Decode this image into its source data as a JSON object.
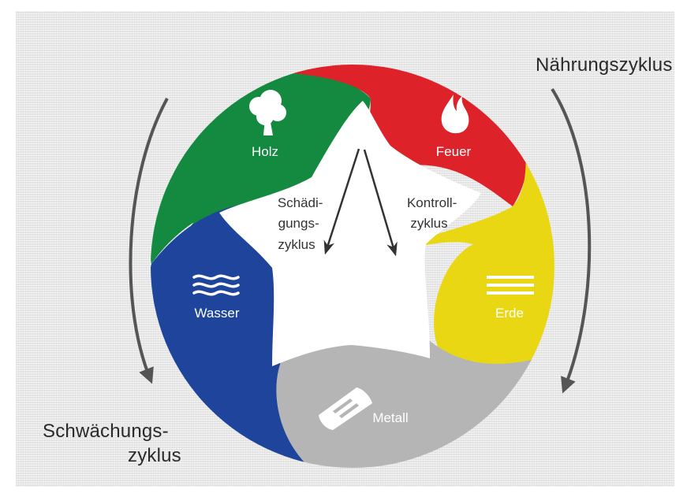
{
  "colors": {
    "holz": "#138a3f",
    "feuer": "#dd2329",
    "erde": "#ead713",
    "metall": "#b5b5b5",
    "wasser": "#1e449b",
    "arrow": "#555555",
    "background": "#e7e7e7"
  },
  "cycles": {
    "naehrung": "Nährungszyklus",
    "schwaechung_line1": "Schwächungs-",
    "schwaechung_line2": "zyklus"
  },
  "elements": {
    "holz": {
      "label": "Holz",
      "icon": "tree-icon"
    },
    "feuer": {
      "label": "Feuer",
      "icon": "flame-icon"
    },
    "erde": {
      "label": "Erde",
      "icon": "horizontal-lines-icon"
    },
    "metall": {
      "label": "Metall",
      "icon": "metal-bar-icon"
    },
    "wasser": {
      "label": "Wasser",
      "icon": "waves-icon"
    }
  },
  "center": {
    "schaedigung": [
      "Schädi-",
      "gungs-",
      "zyklus"
    ],
    "kontroll": [
      "Kontroll-",
      "zyklus"
    ]
  }
}
